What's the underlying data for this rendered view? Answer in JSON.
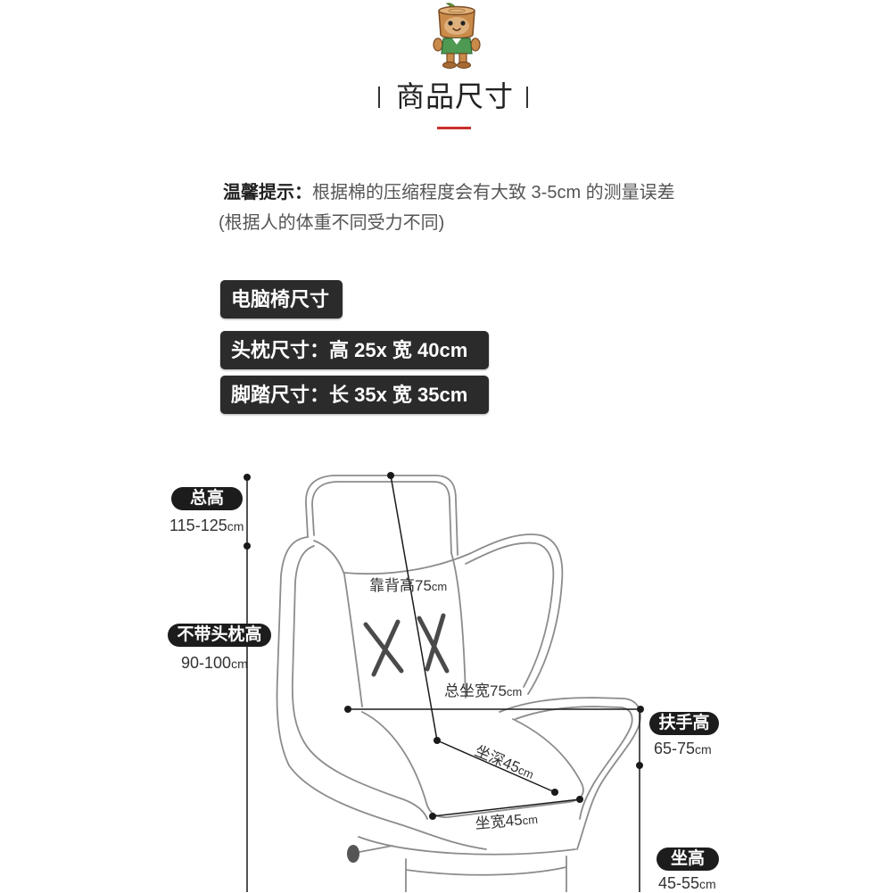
{
  "page": {
    "title": "商品尺寸"
  },
  "mascot": {
    "icon": "tree-stump-mascot-icon"
  },
  "colors": {
    "accent": "#c9302c",
    "tag_background": "#2b2b2b",
    "pill_background": "#1c1c1c",
    "chair_outline": "#8c8c8c",
    "dimension_line": "#1a1a1a"
  },
  "tip": {
    "label": "温馨提示：",
    "text": "根据棉的压缩程度会有大致 3-5cm 的测量误差",
    "note": "(根据人的体重不同受力不同)"
  },
  "spec_tags": [
    "电脑椅尺寸",
    "头枕尺寸：高 25x 宽 40cm",
    "脚踏尺寸：长 35x 宽 35cm"
  ],
  "dimensions": {
    "total_height": {
      "label": "总高",
      "value": "115-125",
      "unit": "cm"
    },
    "height_without_headrest": {
      "label": "不带头枕高",
      "value": "90-100",
      "unit": "cm"
    },
    "armrest_height": {
      "label": "扶手高",
      "value": "65-75",
      "unit": "cm"
    },
    "seat_height": {
      "label": "坐高",
      "value": "45-55",
      "unit": "cm"
    },
    "backrest_height": {
      "label": "靠背高",
      "value": "75",
      "unit": "cm"
    },
    "total_seat_width": {
      "label": "总坐宽",
      "value": "75",
      "unit": "cm"
    },
    "seat_depth": {
      "label": "坐深",
      "value": "45",
      "unit": "cm"
    },
    "seat_width": {
      "label": "坐宽",
      "value": "45",
      "unit": "cm"
    }
  }
}
